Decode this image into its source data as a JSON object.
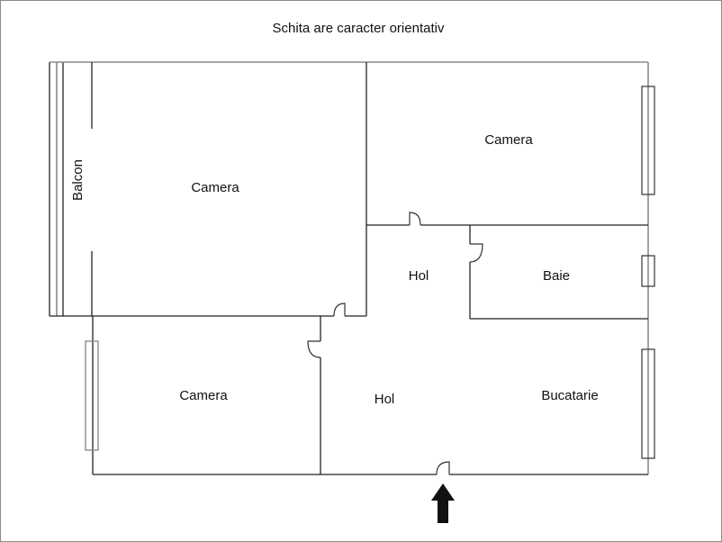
{
  "title": "Schita are caracter orientativ",
  "rooms": {
    "balcony": {
      "label": "Balcon"
    },
    "room_large": {
      "label": "Camera"
    },
    "room_top_right": {
      "label": "Camera"
    },
    "room_bottom_left": {
      "label": "Camera"
    },
    "hallway_upper": {
      "label": "Hol"
    },
    "hallway_lower": {
      "label": "Hol"
    },
    "bathroom": {
      "label": "Baie"
    },
    "kitchen": {
      "label": "Bucatarie"
    }
  },
  "entrance": {
    "icon": "up-arrow-icon"
  },
  "colors": {
    "wall": "#222222",
    "border": "#8a8a8a",
    "background": "#ffffff",
    "arrow": "#111111"
  }
}
